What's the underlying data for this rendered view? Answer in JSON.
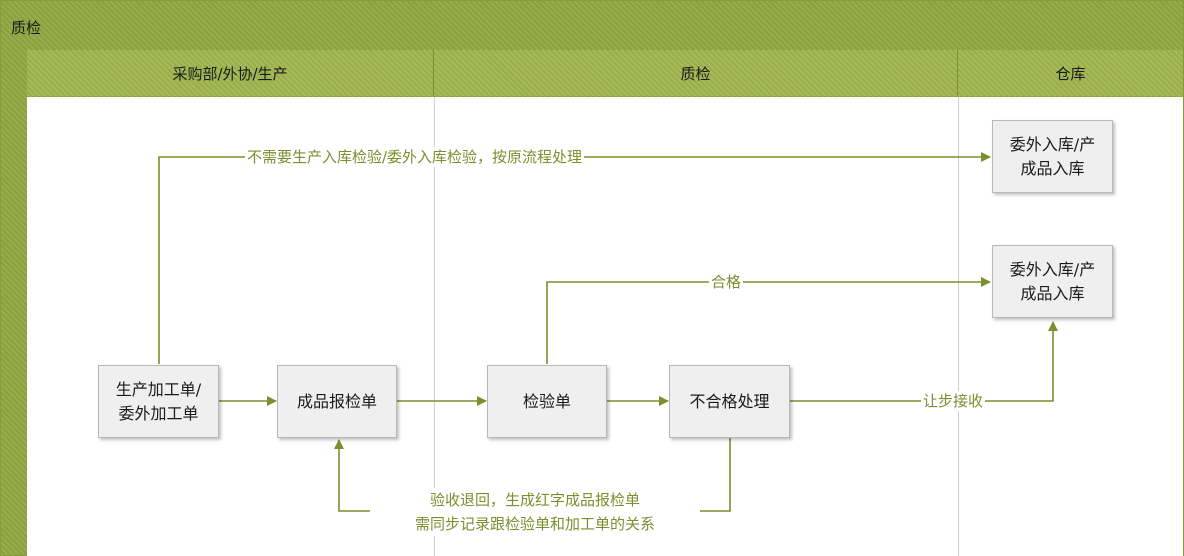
{
  "pool": {
    "title": "质检"
  },
  "lanes": [
    {
      "label": "采购部/外协/生产"
    },
    {
      "label": "质检"
    },
    {
      "label": "仓库"
    }
  ],
  "nodes": {
    "production_order": "生产加工单/\n委外加工单",
    "finished_inspection": "成品报检单",
    "inspection_order": "检验单",
    "nonconforming": "不合格处理",
    "warehouse_in_1": "委外入库/产\n成品入库",
    "warehouse_in_2": "委外入库/产\n成品入库"
  },
  "edges": {
    "no_inspection": "不需要生产入库检验/委外入库检验，按原流程处理",
    "qualified": "合格",
    "concession": "让步接收",
    "return_note": "验收退回，生成红字成品报检单\n需同步记录跟检验单和加工单的关系"
  },
  "colors": {
    "edge": "#7b8f2f",
    "lane_header": "#a6ba58",
    "node_fill": "#efefef"
  }
}
